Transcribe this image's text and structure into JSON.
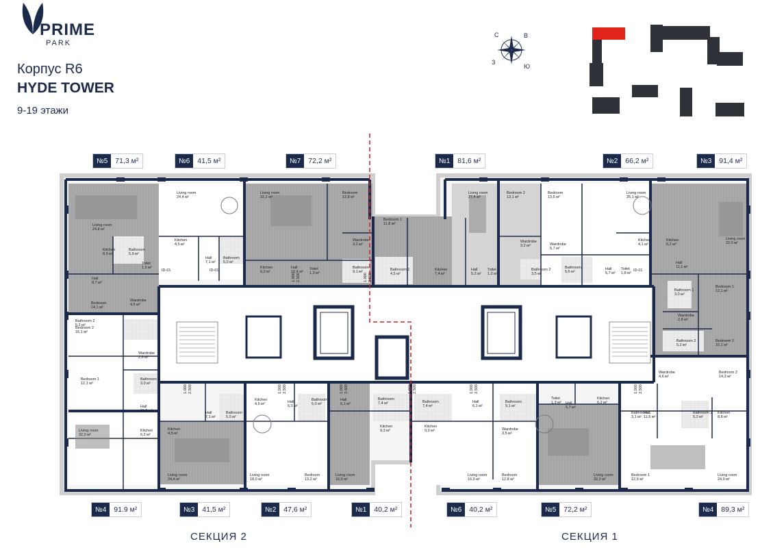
{
  "brand": {
    "name": "PRIME",
    "sub": "PARK"
  },
  "building": {
    "line1": "Корпус R6",
    "line2": "HYDE TOWER",
    "line3": "9-19 этажи"
  },
  "compass": {
    "n": "С",
    "e": "В",
    "s": "Ю",
    "w": "З"
  },
  "units_top": [
    {
      "num": "№5",
      "area": "71,3 м²"
    },
    {
      "num": "№6",
      "area": "41,5 м²"
    },
    {
      "num": "№7",
      "area": "72,2 м²"
    },
    {
      "num": "№1",
      "area": "81,6 м²"
    },
    {
      "num": "№2",
      "area": "66,2 м²"
    },
    {
      "num": "№3",
      "area": "91,4 м²"
    }
  ],
  "units_bottom": [
    {
      "num": "№4",
      "area": "91.9 м²"
    },
    {
      "num": "№3",
      "area": "41,5 м²"
    },
    {
      "num": "№2",
      "area": "47,6 м²"
    },
    {
      "num": "№1",
      "area": "40,2 м²"
    },
    {
      "num": "№6",
      "area": "40,2 м²"
    },
    {
      "num": "№5",
      "area": "72,2 м²"
    },
    {
      "num": "№4",
      "area": "89,3 м²"
    }
  ],
  "sections": {
    "left": "СЕКЦИЯ 2",
    "right": "СЕКЦИЯ 1"
  },
  "rooms": [
    {
      "label": "Living room",
      "area": "24,8 м²"
    },
    {
      "label": "Kitchen",
      "area": "8,9 м²"
    },
    {
      "label": "Bathroom",
      "area": "5,9 м²"
    },
    {
      "label": "Hall",
      "area": "8,7 м²"
    },
    {
      "label": "Toilet",
      "area": "1,5 м²"
    },
    {
      "label": "Bedroom",
      "area": "14,1 м²"
    },
    {
      "label": "Wardrobe",
      "area": "4,5 м²"
    },
    {
      "label": "Living room",
      "area": "24,4 м²"
    },
    {
      "label": "Kitchen",
      "area": "4,5 м²"
    },
    {
      "label": "Hall",
      "area": "7,1 м²"
    },
    {
      "label": "Bathroom",
      "area": "5,0 м²"
    },
    {
      "label": "Living room",
      "area": "32,2 м²"
    },
    {
      "label": "Bedroom",
      "area": "12,8 м²"
    },
    {
      "label": "Wardrobe",
      "area": "3,2 м²"
    },
    {
      "label": "Kitchen",
      "area": "6,2 м²"
    },
    {
      "label": "Hall",
      "area": "10,4 м²"
    },
    {
      "label": "Toilet",
      "area": "1,3 м²"
    },
    {
      "label": "Bathroom",
      "area": "9,1 м²"
    },
    {
      "label": "Bedroom 1",
      "area": "11,8 м²"
    },
    {
      "label": "Living room",
      "area": "27,4 м²"
    },
    {
      "label": "Bathroom 1",
      "area": "4,5 м²"
    },
    {
      "label": "Kitchen",
      "area": "7,4 м²"
    },
    {
      "label": "Hall",
      "area": "5,2 м²"
    },
    {
      "label": "Toilet",
      "area": "1,2 м²"
    },
    {
      "label": "Bedroom 2",
      "area": "13,1 м²"
    },
    {
      "label": "Wardrobe",
      "area": "3,2 м²"
    },
    {
      "label": "Bathroom 2",
      "area": "3,5 м²"
    },
    {
      "label": "Bedroom",
      "area": "13,5 м²"
    },
    {
      "label": "Wardrobe",
      "area": "5,7 м²"
    },
    {
      "label": "Bathroom",
      "area": "5,6 м²"
    },
    {
      "label": "Living room",
      "area": "25,1 м²"
    },
    {
      "label": "Kitchen",
      "area": "4,1 м²"
    },
    {
      "label": "Hall",
      "area": "6,7 м²"
    },
    {
      "label": "Toilet",
      "area": "1,8 м²"
    },
    {
      "label": "Kitchen",
      "area": "6,2 м²"
    },
    {
      "label": "Living room",
      "area": "32,0 м²"
    },
    {
      "label": "Hall",
      "area": "11,1 м²"
    },
    {
      "label": "Bathroom 1",
      "area": "3,0 м²"
    },
    {
      "label": "Bedroom 1",
      "area": "12,1 м²"
    },
    {
      "label": "Wardrobe",
      "area": "2,8 м²"
    },
    {
      "label": "Bathroom 2",
      "area": "5,2 м²"
    },
    {
      "label": "Bedroom 2",
      "area": "16,1 м²"
    },
    {
      "label": "Bathroom 2",
      "area": "5,2 м²"
    },
    {
      "label": "Bedroom 2",
      "area": "16,1 м²"
    },
    {
      "label": "Wardrobe",
      "area": "2,8 м²"
    },
    {
      "label": "Bedroom 1",
      "area": "12,1 м²"
    },
    {
      "label": "Bathroom 1",
      "area": "3,0 м²"
    },
    {
      "label": "Hall",
      "area": "11,1 м²"
    },
    {
      "label": "Living room",
      "area": "32,0 м²"
    },
    {
      "label": "Kitchen",
      "area": "6,2 м²"
    },
    {
      "label": "Living room",
      "area": "24,4 м²"
    },
    {
      "label": "Kitchen",
      "area": "4,5 м²"
    },
    {
      "label": "Hall",
      "area": "7,1 м²"
    },
    {
      "label": "Bathroom",
      "area": "5,0 м²"
    },
    {
      "label": "Kitchen",
      "area": "4,5 м²"
    },
    {
      "label": "Hall",
      "area": "6,0 м²"
    },
    {
      "label": "Bathroom",
      "area": "5,0 м²"
    },
    {
      "label": "Living room",
      "area": "18,0 м²"
    },
    {
      "label": "Bedroom",
      "area": "13,2 м²"
    },
    {
      "label": "Hall",
      "area": "6,1 м²"
    },
    {
      "label": "Bathroom",
      "area": "7,4 м²"
    },
    {
      "label": "Kitchen",
      "area": "9,3 м²"
    },
    {
      "label": "Living room",
      "area": "16,9 м²"
    },
    {
      "label": "Bathroom",
      "area": "7,4 м²"
    },
    {
      "label": "Kitchen",
      "area": "9,3 м²"
    },
    {
      "label": "Hall",
      "area": "6,1 м²"
    },
    {
      "label": "Living room",
      "area": "16,9 м²"
    },
    {
      "label": "Bathroom",
      "area": "9,1 м²"
    },
    {
      "label": "Wardrobe",
      "area": "3,5 м²"
    },
    {
      "label": "Bedroom",
      "area": "12,8 м²"
    },
    {
      "label": "Toilet",
      "area": "1,3 м²"
    },
    {
      "label": "Hall",
      "area": "5,7 м²"
    },
    {
      "label": "Kitchen",
      "area": "6,2 м²"
    },
    {
      "label": "Living room",
      "area": "32,2 м²"
    },
    {
      "label": "Wardrobe",
      "area": "4,6 м²"
    },
    {
      "label": "Bedroom 2",
      "area": "14,3 м²"
    },
    {
      "label": "Bathroom 1",
      "area": "3,1 м²"
    },
    {
      "label": "Hall",
      "area": "11,6 м²"
    },
    {
      "label": "Bathroom 2",
      "area": "5,2 м²"
    },
    {
      "label": "Kitchen",
      "area": "8,8 м²"
    },
    {
      "label": "Bedroom 1",
      "area": "12,9 м²"
    },
    {
      "label": "Living room",
      "area": "24,9 м²"
    }
  ],
  "marks": {
    "door": "ID-01",
    "h1": "1.000",
    "h2": "2.500"
  }
}
